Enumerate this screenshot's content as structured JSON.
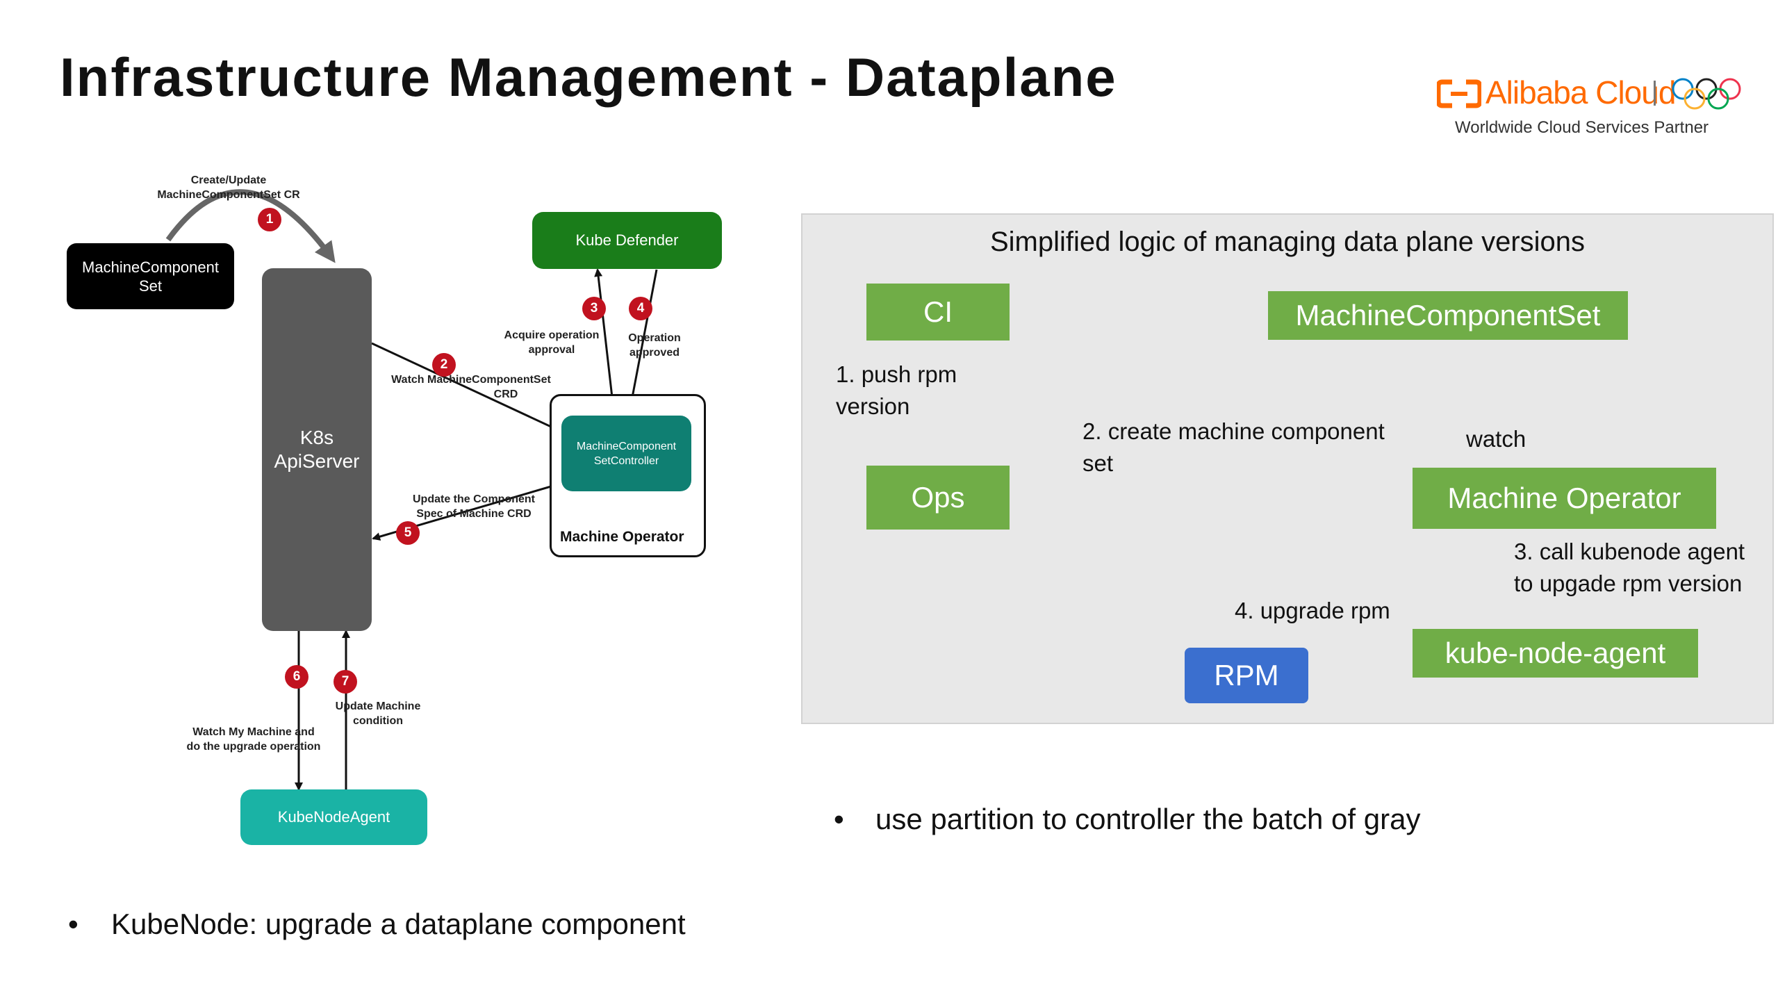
{
  "slide": {
    "title": "Infrastructure Management - Dataplane"
  },
  "logo": {
    "brand": "Alibaba Cloud",
    "tagline": "Worldwide Cloud Services Partner",
    "brand_color": "#ff6a00"
  },
  "left_diagram": {
    "nodes": {
      "machine_component_set": "MachineComponent Set",
      "k8s_apiserver": "K8s ApiServer",
      "kube_defender": "Kube Defender",
      "machine_component_set_controller": "MachineComponent SetController",
      "machine_operator": "Machine Operator",
      "kube_node_agent": "KubeNodeAgent"
    },
    "labels": {
      "create_update_line1": "Create/Update",
      "create_update_line2": "MachineComponentSet CR",
      "watch_mcs_line1": "Watch MachineComponentSet",
      "watch_mcs_line2": "CRD",
      "acquire_line1": "Acquire operation",
      "acquire_line2": "approval",
      "approved_line1": "Operation",
      "approved_line2": "approved",
      "update_spec_line1": "Update the Component",
      "update_spec_line2": "Spec of Machine CRD",
      "watch_machine_line1": "Watch My Machine and",
      "watch_machine_line2": "do the upgrade operation",
      "update_condition_line1": "Update Machine",
      "update_condition_line2": "condition"
    },
    "steps": [
      "1",
      "2",
      "3",
      "4",
      "5",
      "6",
      "7"
    ],
    "colors": {
      "dark_node": "#000000",
      "apiserver": "#5a5a5a",
      "defender": "#1a7d1a",
      "controller": "#0f7f72",
      "agent": "#1ab3a5",
      "step_badge": "#c1121f"
    }
  },
  "right_panel": {
    "heading": "Simplified logic of managing data plane versions",
    "boxes": {
      "ci": "CI",
      "ops": "Ops",
      "machine_component_set": "MachineComponentSet",
      "machine_operator": "Machine Operator",
      "kube_node_agent": "kube-node-agent",
      "rpm": "RPM"
    },
    "labels": {
      "push_rpm_line1": "1. push rpm",
      "push_rpm_line2": "version",
      "create_set_line1": "2. create machine component",
      "create_set_line2": "set",
      "watch": "watch",
      "call_agent_line1": "3. call kubenode agent",
      "call_agent_line2": "to upgade rpm version",
      "upgrade_rpm": "4. upgrade rpm"
    },
    "colors": {
      "panel_bg": "#e8e8e8",
      "green_box": "#70ad47",
      "rpm_box": "#3b6fcf",
      "arrow": "#3a6fc4"
    }
  },
  "bullets": {
    "kubenode": "KubeNode: upgrade a dataplane component",
    "partition": "use partition to controller the batch of gray"
  }
}
